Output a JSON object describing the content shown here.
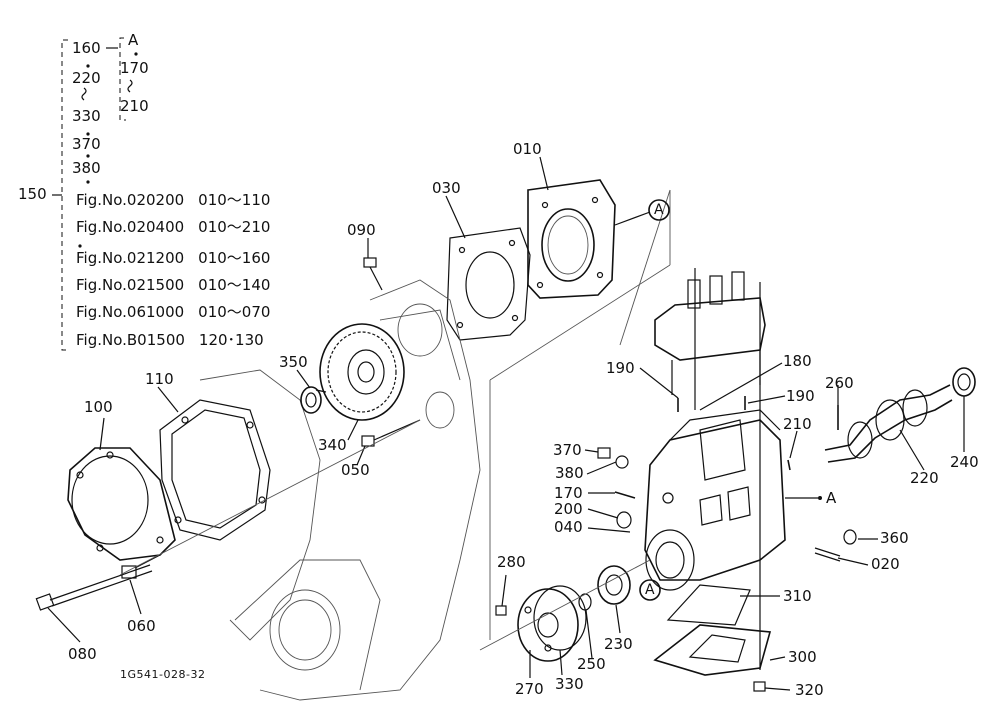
{
  "callout": {
    "circle_label": "A"
  },
  "legend": {
    "group_number": "150",
    "column1": [
      "160",
      "220",
      "330",
      "370",
      "380"
    ],
    "column2": [
      "A",
      "170",
      "210"
    ],
    "fig_refs": [
      {
        "fig": "Fig.No.020200",
        "range": "010～110"
      },
      {
        "fig": "Fig.No.020400",
        "range": "010～210"
      },
      {
        "fig": "Fig.No.021200",
        "range": "010～160"
      },
      {
        "fig": "Fig.No.021500",
        "range": "010～140"
      },
      {
        "fig": "Fig.No.061000",
        "range": "010～070"
      },
      {
        "fig": "Fig.No.B01500",
        "range": "120･130"
      }
    ]
  },
  "parts": {
    "p010": "010",
    "p030": "030",
    "p090": "090",
    "p350": "350",
    "p110": "110",
    "p100": "100",
    "p340": "340",
    "p050": "050",
    "p080": "080",
    "p060": "060",
    "p190a": "190",
    "p180": "180",
    "p190b": "190",
    "p260": "260",
    "p210": "210",
    "p370": "370",
    "p380": "380",
    "p170": "170",
    "p200": "200",
    "p040": "040",
    "p220": "220",
    "p240": "240",
    "p360": "360",
    "p020": "020",
    "p280": "280",
    "p310": "310",
    "p230": "230",
    "p250": "250",
    "p330": "330",
    "p270": "270",
    "p300": "300",
    "p320": "320"
  },
  "labels": {
    "A_side": "A"
  },
  "drawing_ref": "1G541-028-32"
}
